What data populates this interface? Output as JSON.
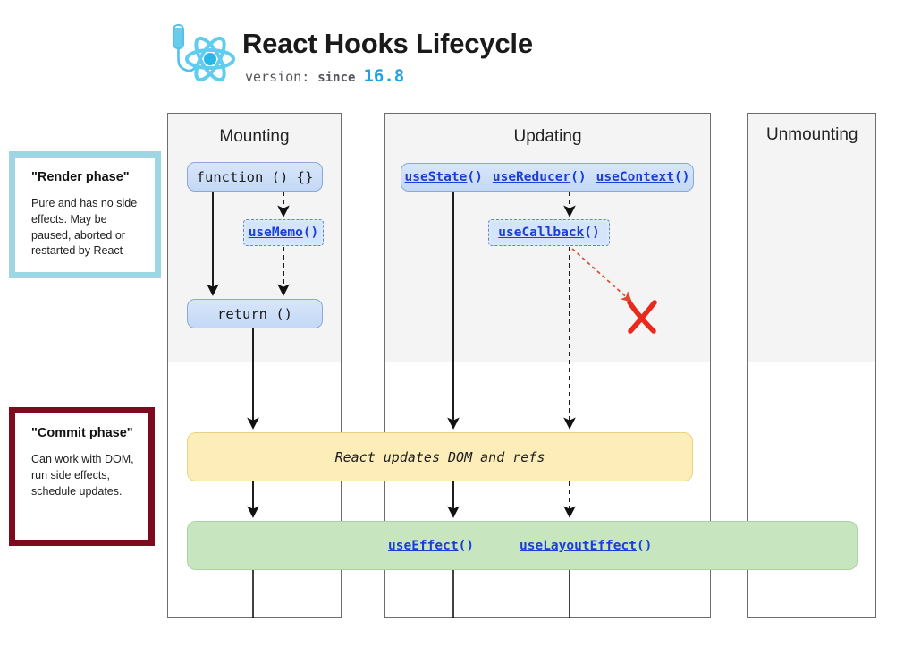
{
  "header": {
    "logo_icon": "react-hook-logo-icon",
    "title": "React Hooks Lifecycle",
    "version_label": "version:",
    "version_since": "since",
    "version_number": "16.8",
    "version_accent_color": "#1fa0e8"
  },
  "phases": [
    {
      "id": "render",
      "title": "\"Render phase\"",
      "description": "Pure and has no side effects. May be paused, aborted or restarted by React",
      "border_color": "#9fd6e4"
    },
    {
      "id": "commit",
      "title": "\"Commit phase\"",
      "description": "Can work with DOM, run side effects, schedule updates.",
      "border_color": "#7d0a1e"
    }
  ],
  "columns": [
    {
      "id": "mounting",
      "title": "Mounting"
    },
    {
      "id": "updating",
      "title": "Updating"
    },
    {
      "id": "unmounting",
      "title": "Unmounting"
    }
  ],
  "nodes": {
    "function_declaration": "function () {}",
    "return_statement": "return ()",
    "use_memo": "useMemo",
    "use_state": "useState",
    "use_reducer": "useReducer",
    "use_context": "useContext",
    "use_callback": "useCallback",
    "parens": "()"
  },
  "bars": {
    "dom_update": "React updates DOM and refs",
    "dom_update_color": "#fdeeb9",
    "effects_color": "#c7e6c0",
    "use_effect": "useEffect",
    "use_layout_effect": "useLayoutEffect"
  },
  "annotations": {
    "blocked_marker": "x-mark-icon",
    "blocked_marker_color": "#e8291c"
  },
  "colors": {
    "node_fill": "#c4d8f5",
    "node_border": "#8aa9d6",
    "hook_link": "#1a3fd6",
    "column_render_bg": "#f4f4f4",
    "column_border": "#6d6d6d"
  }
}
